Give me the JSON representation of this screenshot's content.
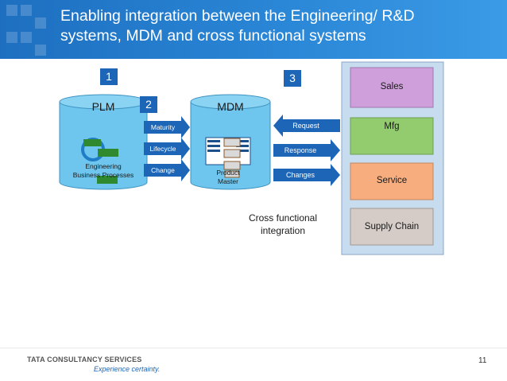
{
  "slide": {
    "title_line1": "Enabling integration between the Engineering/ R&D",
    "title_line2": "systems, MDM and cross functional systems",
    "page_number": "11"
  },
  "steps": [
    "1",
    "2",
    "3"
  ],
  "plm": {
    "label": "PLM",
    "inner_line1": "Engineering",
    "inner_line2": "Business Processes"
  },
  "mdm": {
    "label": "MDM",
    "inner_line1": "Product",
    "inner_line2": "Master"
  },
  "plm_to_mdm": [
    "Maturity",
    "Lifecycle",
    "Change"
  ],
  "mdm_flows": {
    "request": "Request",
    "response": "Response",
    "changes": "Changes"
  },
  "cross_functional": {
    "line1": "Cross functional",
    "line2": "integration"
  },
  "systems": [
    {
      "label": "Sales",
      "color": "#cf9fdc"
    },
    {
      "label": "Mfg",
      "color": "#93cc6e"
    },
    {
      "label": "Service",
      "color": "#f7ad7e"
    },
    {
      "label": "Supply Chain",
      "color": "#d5ccc7"
    }
  ],
  "colors": {
    "header_blue": "#1e6fc0",
    "cylinder": "#6ec6ee",
    "arrow_blue": "#1d65b6",
    "panel": "#c8dcef",
    "badge": "#1d65b6"
  },
  "footer": {
    "company": "TATA CONSULTANCY SERVICES",
    "tagline": "Experience certainty."
  }
}
